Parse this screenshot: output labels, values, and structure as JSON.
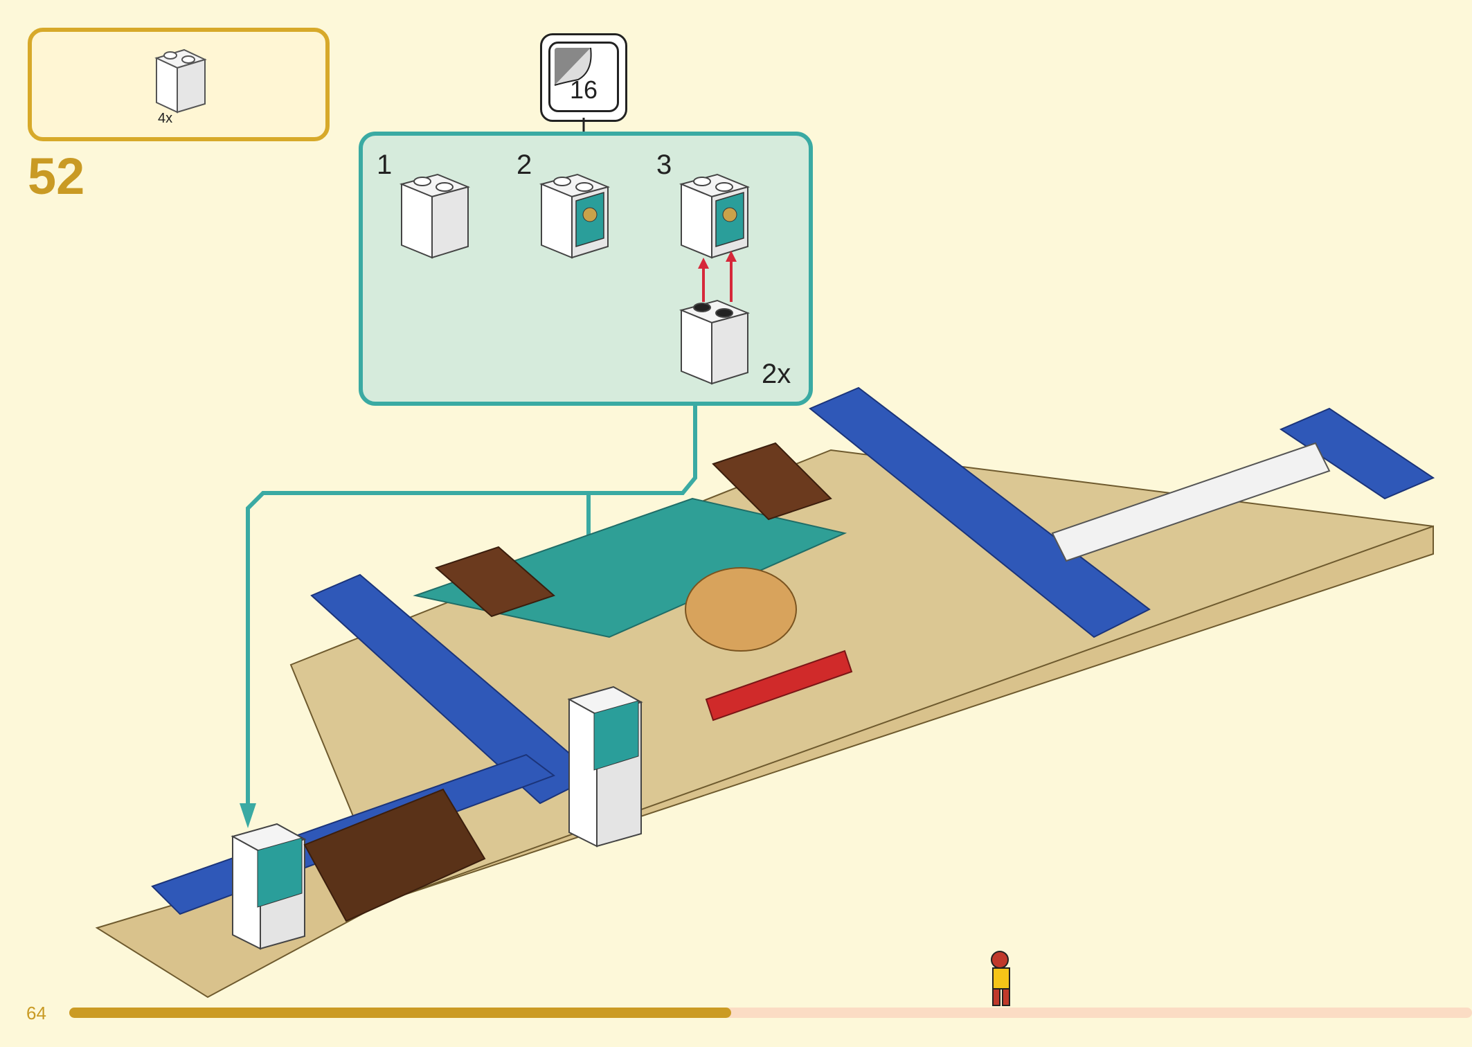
{
  "parts_list": {
    "items": [
      {
        "qty": "4x",
        "part": "white-brick-1x2x2"
      }
    ]
  },
  "step": {
    "number": "52"
  },
  "sticker": {
    "number": "16"
  },
  "callout": {
    "substeps": [
      {
        "label": "1"
      },
      {
        "label": "2"
      },
      {
        "label": "3"
      }
    ],
    "multiplier": "2x"
  },
  "footer": {
    "page_number": "64",
    "progress": 0.472
  },
  "colors": {
    "accent": "#d7a92a",
    "callout_border": "#3aaaa3",
    "callout_fill": "#d6ebdc",
    "progress_fill": "#cb9b24",
    "progress_track": "#fbdcc4",
    "page_background": "#fdf8d9"
  }
}
